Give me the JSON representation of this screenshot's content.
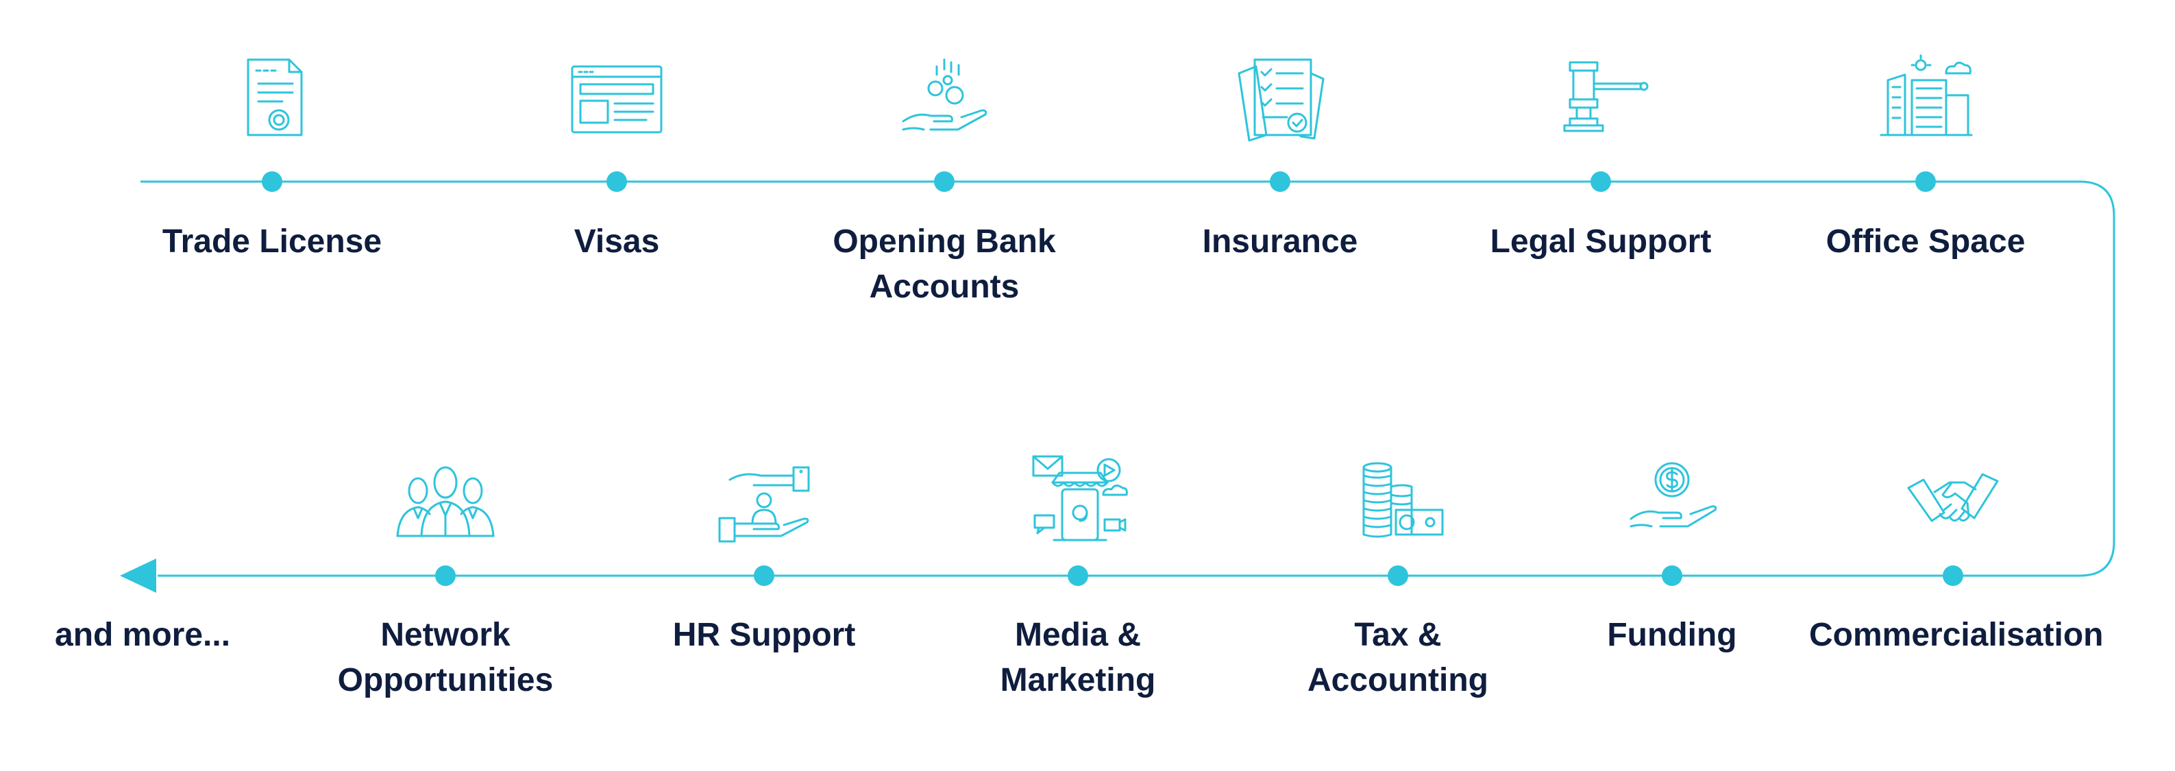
{
  "colors": {
    "accent": "#2ec4dc",
    "text": "#0f1d3e",
    "background": "#ffffff"
  },
  "top_row": [
    {
      "label": "Trade License",
      "icon": "certificate-document-icon"
    },
    {
      "label": "Visas",
      "icon": "browser-window-icon"
    },
    {
      "label": "Opening Bank Accounts",
      "icon": "hand-with-coins-icon"
    },
    {
      "label": "Insurance",
      "icon": "checklist-documents-icon"
    },
    {
      "label": "Legal Support",
      "icon": "gavel-icon"
    },
    {
      "label": "Office Space",
      "icon": "office-buildings-icon"
    }
  ],
  "bottom_row": [
    {
      "label": "Commercialisation",
      "icon": "handshake-icon"
    },
    {
      "label": "Funding",
      "icon": "hand-with-dollar-coin-icon"
    },
    {
      "label": "Tax & Accounting",
      "icon": "coin-stacks-banknote-icon"
    },
    {
      "label": "Media & Marketing",
      "icon": "digital-marketing-store-icon"
    },
    {
      "label": "HR Support",
      "icon": "hands-with-person-icon"
    },
    {
      "label": "Network Opportunities",
      "icon": "group-of-people-icon"
    }
  ],
  "end_label": "and more..."
}
